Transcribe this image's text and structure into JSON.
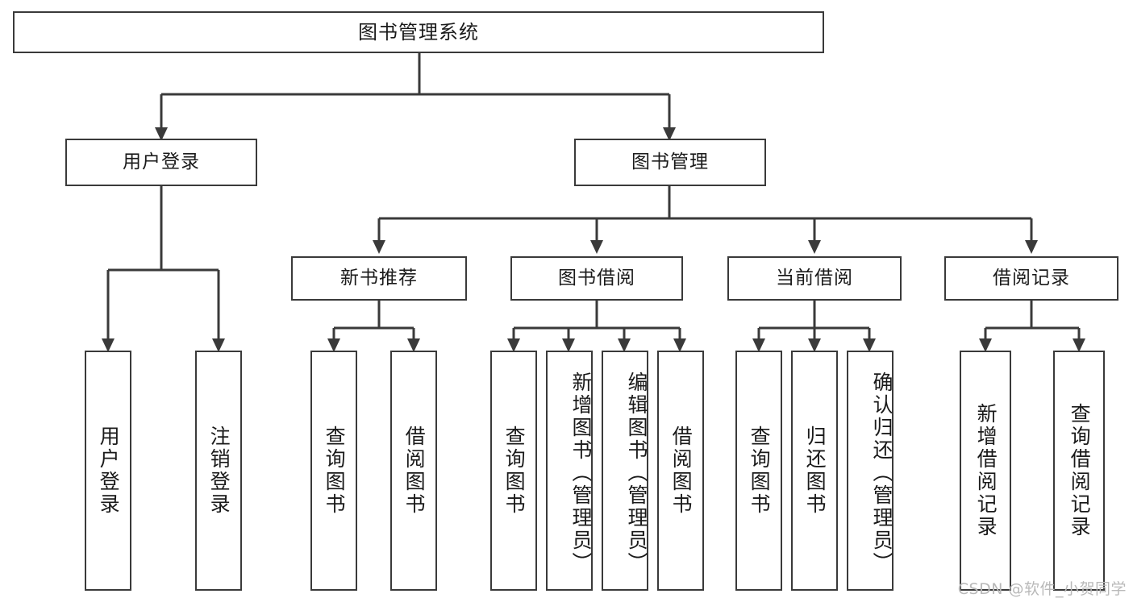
{
  "diagram": {
    "title": "图书管理系统",
    "type": "functional-structure-tree",
    "root": {
      "id": "root",
      "label": "图书管理系统"
    },
    "level2": [
      {
        "id": "user-login",
        "label": "用户登录"
      },
      {
        "id": "book-manage",
        "label": "图书管理"
      }
    ],
    "level3": [
      {
        "id": "new-book-recommend",
        "label": "新书推荐",
        "parent": "book-manage"
      },
      {
        "id": "book-borrow",
        "label": "图书借阅",
        "parent": "book-manage"
      },
      {
        "id": "current-borrow",
        "label": "当前借阅",
        "parent": "book-manage"
      },
      {
        "id": "borrow-record",
        "label": "借阅记录",
        "parent": "book-manage"
      }
    ],
    "leaves": [
      {
        "id": "leaf-user-login",
        "label": "用户登录",
        "parent": "user-login"
      },
      {
        "id": "leaf-logout-login",
        "label": "注销登录",
        "parent": "user-login"
      },
      {
        "id": "leaf-query-book-1",
        "label": "查询图书",
        "parent": "new-book-recommend"
      },
      {
        "id": "leaf-borrow-book-1",
        "label": "借阅图书",
        "parent": "new-book-recommend"
      },
      {
        "id": "leaf-query-book-2",
        "label": "查询图书",
        "parent": "book-borrow"
      },
      {
        "id": "leaf-add-book",
        "label": "新增图书（管理员）",
        "parent": "book-borrow"
      },
      {
        "id": "leaf-edit-book",
        "label": "编辑图书（管理员）",
        "parent": "book-borrow"
      },
      {
        "id": "leaf-borrow-book-2",
        "label": "借阅图书",
        "parent": "book-borrow"
      },
      {
        "id": "leaf-query-book-3",
        "label": "查询图书",
        "parent": "current-borrow"
      },
      {
        "id": "leaf-return-book",
        "label": "归还图书",
        "parent": "current-borrow"
      },
      {
        "id": "leaf-confirm-return",
        "label": "确认归还（管理员）",
        "parent": "current-borrow"
      },
      {
        "id": "leaf-add-record",
        "label": "新增借阅记录",
        "parent": "borrow-record"
      },
      {
        "id": "leaf-query-record",
        "label": "查询借阅记录",
        "parent": "borrow-record"
      }
    ],
    "watermark": "CSDN @软件_小贺同学",
    "colors": {
      "border": "#3a3a3a",
      "background": "#ffffff",
      "text": "#1a1a1a",
      "connector": "#3a3a3a",
      "watermark": "#b9b9b9"
    }
  }
}
